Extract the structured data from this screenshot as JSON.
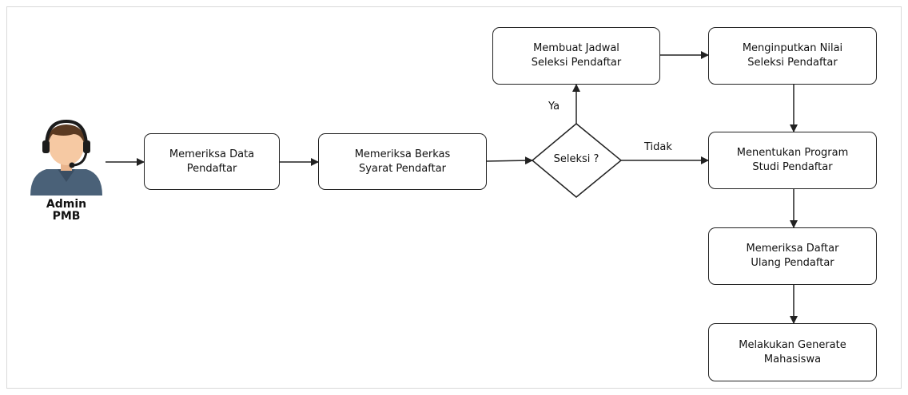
{
  "actor": {
    "icon": "call-center-agent-icon",
    "name_line1": "Admin",
    "name_line2": "PMB"
  },
  "nodes": {
    "memeriksa_data": "Memeriksa Data\nPendaftar",
    "memeriksa_berkas": "Memeriksa Berkas\nSyarat Pendaftar",
    "decision": "Seleksi ?",
    "membuat_jadwal": "Membuat Jadwal\nSeleksi Pendaftar",
    "menginputkan_nilai": "Menginputkan Nilai\nSeleksi Pendaftar",
    "menentukan_prodi": "Menentukan Program\nStudi Pendaftar",
    "memeriksa_daftar_ulang": "Memeriksa Daftar\nUlang Pendaftar",
    "generate_mahasiswa": "Melakukan Generate\nMahasiswa"
  },
  "edge_labels": {
    "yes": "Ya",
    "no": "Tidak"
  },
  "colors": {
    "stroke": "#222222",
    "skin": "#f6c9a3",
    "hair": "#5a3a22",
    "shirt": "#4a6178",
    "headset": "#1c1c1c"
  }
}
